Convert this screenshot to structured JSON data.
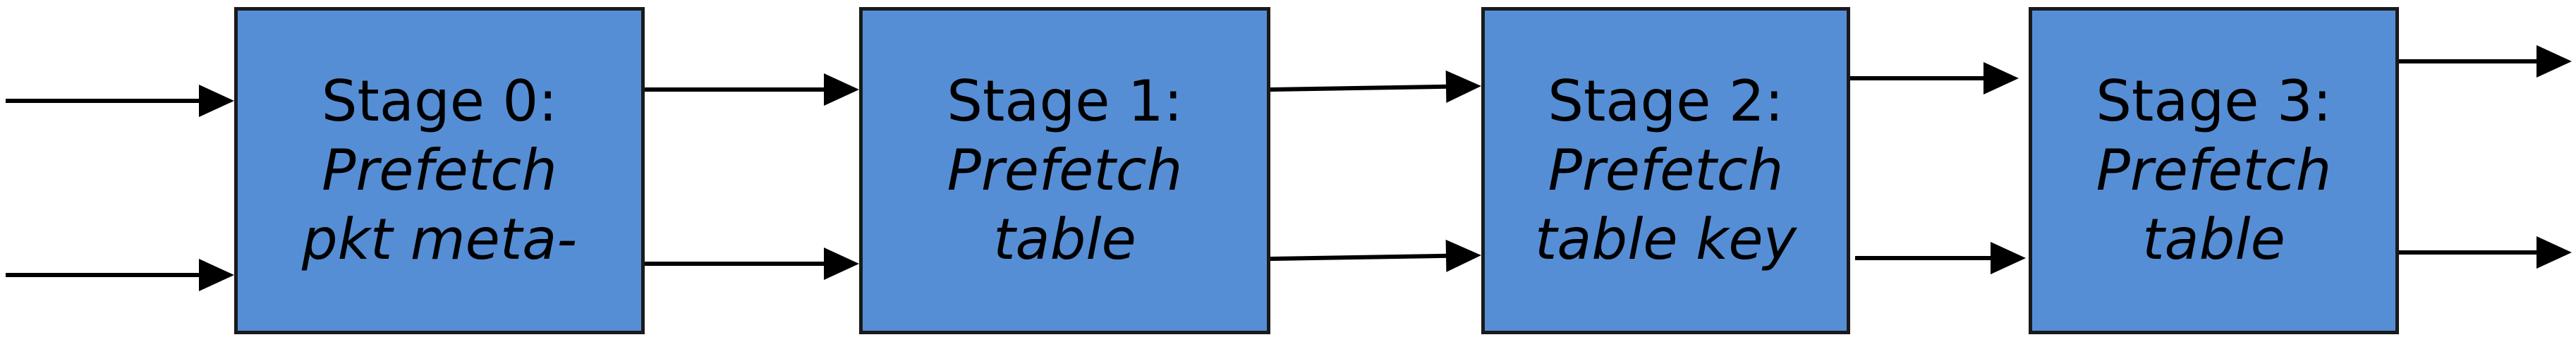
{
  "diagram": {
    "colors": {
      "box_fill": "#558ed5",
      "box_border": "#1a1a1a",
      "arrow": "#000000",
      "text": "#000000"
    },
    "stages": [
      {
        "title": "Stage 0:",
        "desc_line1": "Prefetch",
        "desc_line2": "pkt meta-"
      },
      {
        "title": "Stage 1:",
        "desc_line1": "Prefetch",
        "desc_line2": "table"
      },
      {
        "title": "Stage 2:",
        "desc_line1": "Prefetch",
        "desc_line2": "table key"
      },
      {
        "title": "Stage 3:",
        "desc_line1": "Prefetch",
        "desc_line2": "table"
      }
    ]
  }
}
